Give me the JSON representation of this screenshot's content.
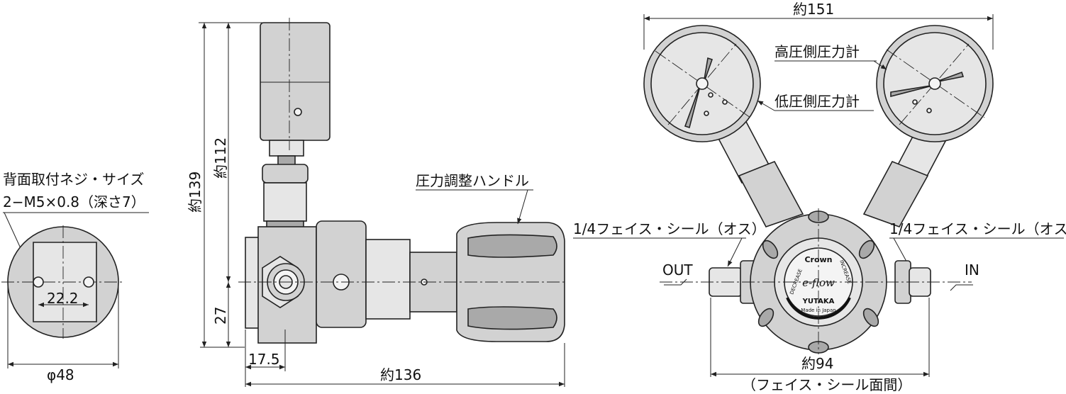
{
  "labels": {
    "rear_mount_screw_line1": "背面取付ネジ・サイズ",
    "rear_mount_screw_line2": "2−M5×0.8（深さ7）",
    "hole_pitch": "22.2",
    "diameter": "φ48",
    "height_total": "約139",
    "height_upper": "約112",
    "height_lower": "27",
    "offset": "17.5",
    "length_total": "約136",
    "handle": "圧力調整ハンドル",
    "width_gauges": "約151",
    "high_pressure_gauge": "高圧側圧力計",
    "low_pressure_gauge": "低圧側圧力計",
    "seal_left": "1/4フェイス・シール（オス）",
    "seal_right": "1/4フェイス・シール（オス）",
    "port_out": "OUT",
    "port_in": "IN",
    "face_width": "約94",
    "face_width_note": "（フェイス・シール面間）",
    "brand": "Crown",
    "model": "e-flow",
    "maker": "YUTAKA",
    "made_in": "Made in Japan",
    "decrease": "DECREASE",
    "increase": "INCREASE"
  }
}
